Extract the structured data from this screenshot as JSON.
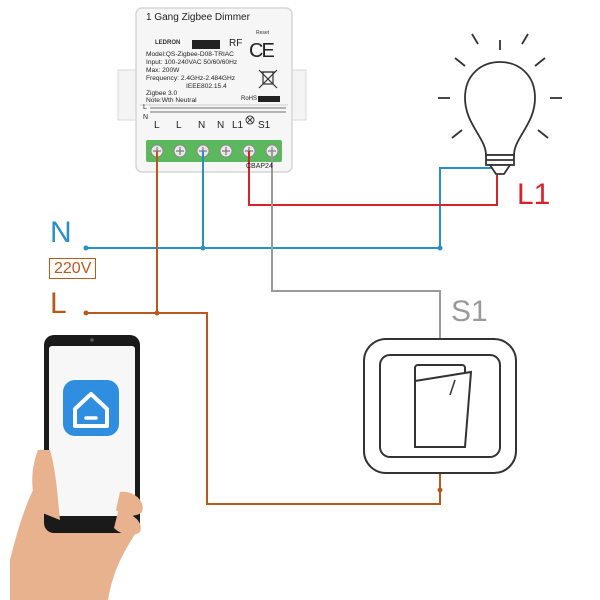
{
  "module": {
    "title": "1 Gang Zigbee Dimmer",
    "reset_label": "Reset",
    "brand": "LEDRON",
    "rf_label": "RF",
    "ce_mark": "CE",
    "specs": [
      "Model:QS-Zigbee-D08-TRIAC",
      "Input: 100-240VAC 50/60/60Hz",
      "Max: 200W",
      "Frequency: 2.4GHz-2.484GHz",
      "IEEE802.15.4",
      "Zigbee 3.0",
      "Note:Wth Neutral"
    ],
    "rohs_label": "RoHS",
    "side_labels": [
      "L",
      "N"
    ],
    "terminals": [
      "L",
      "L",
      "N",
      "N",
      "L1",
      "S1"
    ],
    "code": "CBAP24"
  },
  "labels": {
    "neutral": "N",
    "voltage": "220V",
    "live": "L",
    "lamp": "L1",
    "switch": "S1"
  },
  "colors": {
    "neutral_wire": "#2a8ec9",
    "live_wire": "#b85a1e",
    "lamp_wire": "#d4232a",
    "switch_wire": "#9a9a9a",
    "terminal_block": "#5cb85c",
    "app_icon": "#2f8ee0"
  },
  "icons": [
    "light-bulb-icon",
    "home-app-icon",
    "wall-switch-icon",
    "bin-disposal-icon"
  ]
}
